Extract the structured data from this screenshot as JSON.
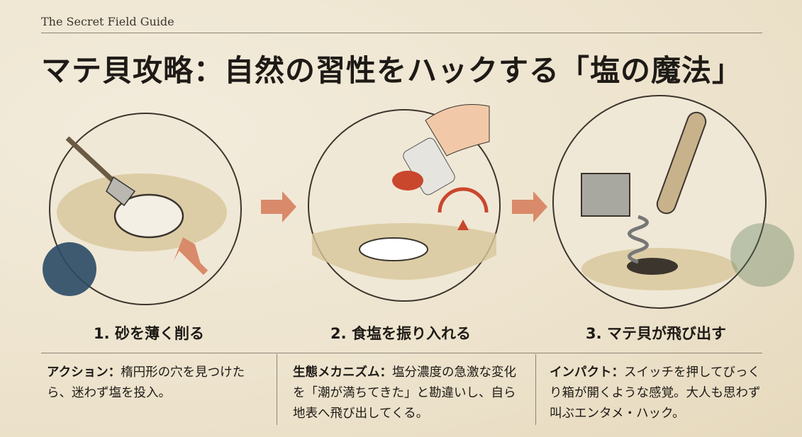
{
  "header": {
    "brand": "The Secret Field Guide",
    "title": "マテ貝攻略：自然の習性をハックする「塩の魔法」"
  },
  "steps": [
    {
      "label": "1. 砂を薄く削る",
      "desc_lead": "アクション：",
      "desc_body": "楕円形の穴を見つけたら、迷わず塩を投入。"
    },
    {
      "label": "2. 食塩を振り入れる",
      "desc_lead": "生態メカニズム：",
      "desc_body": "塩分濃度の急激な変化を「潮が満ちてきた」と勘違いし、自ら地表へ飛び出してくる。"
    },
    {
      "label": "3. マテ貝が飛び出す",
      "desc_lead": "インパクト：",
      "desc_body": "スイッチを押してびっくり箱が開くような感覚。大人も思わず叫ぶエンタメ・ハック。"
    }
  ],
  "colors": {
    "background": "#ede3cd",
    "sand": "#d8c59a",
    "arrow": "#d98a6a",
    "ink": "#2a4a66"
  }
}
